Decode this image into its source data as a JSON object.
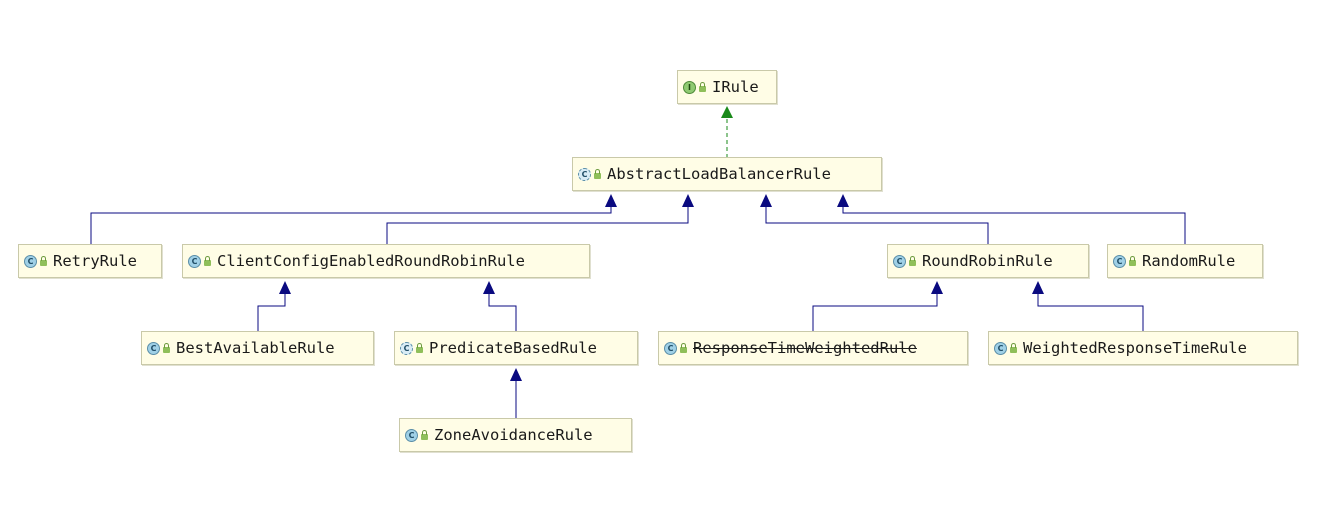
{
  "colors": {
    "node_fill": "#fffde6",
    "node_border": "#c9c9a9",
    "extends_edge": "#0a0a80",
    "implements_edge": "#1a8a1a"
  },
  "nodes": {
    "irule": {
      "label": "IRule",
      "kind": "interface",
      "icon": "interface-icon"
    },
    "abstract": {
      "label": "AbstractLoadBalancerRule",
      "kind": "abstract-class",
      "icon": "abstract-class-icon"
    },
    "retry": {
      "label": "RetryRule",
      "kind": "class",
      "icon": "class-icon"
    },
    "clientconfig": {
      "label": "ClientConfigEnabledRoundRobinRule",
      "kind": "class",
      "icon": "class-icon"
    },
    "roundrobin": {
      "label": "RoundRobinRule",
      "kind": "class",
      "icon": "class-icon"
    },
    "random": {
      "label": "RandomRule",
      "kind": "class",
      "icon": "class-icon"
    },
    "bestavailable": {
      "label": "BestAvailableRule",
      "kind": "class",
      "icon": "class-icon"
    },
    "predicate": {
      "label": "PredicateBasedRule",
      "kind": "abstract-class",
      "icon": "abstract-class-icon"
    },
    "responsetime": {
      "label": "ResponseTimeWeightedRule",
      "kind": "class",
      "deprecated": true,
      "icon": "class-icon"
    },
    "weightedresponse": {
      "label": "WeightedResponseTimeRule",
      "kind": "class",
      "icon": "class-icon"
    },
    "zoneavoidance": {
      "label": "ZoneAvoidanceRule",
      "kind": "class",
      "icon": "class-icon"
    }
  },
  "edges": [
    {
      "from": "abstract",
      "to": "irule",
      "relation": "implements"
    },
    {
      "from": "retry",
      "to": "abstract",
      "relation": "extends"
    },
    {
      "from": "clientconfig",
      "to": "abstract",
      "relation": "extends"
    },
    {
      "from": "roundrobin",
      "to": "abstract",
      "relation": "extends"
    },
    {
      "from": "random",
      "to": "abstract",
      "relation": "extends"
    },
    {
      "from": "bestavailable",
      "to": "clientconfig",
      "relation": "extends"
    },
    {
      "from": "predicate",
      "to": "clientconfig",
      "relation": "extends"
    },
    {
      "from": "responsetime",
      "to": "roundrobin",
      "relation": "extends"
    },
    {
      "from": "weightedresponse",
      "to": "roundrobin",
      "relation": "extends"
    },
    {
      "from": "zoneavoidance",
      "to": "predicate",
      "relation": "extends"
    }
  ]
}
